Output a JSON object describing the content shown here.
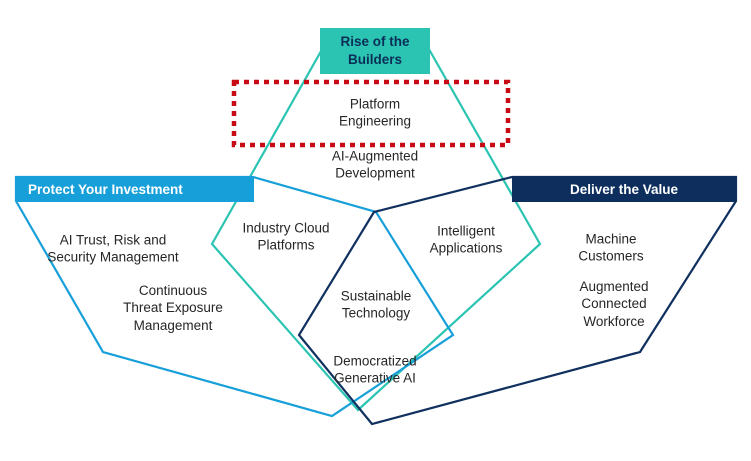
{
  "diagram": {
    "apex": {
      "label": "Rise of the\nBuilders"
    },
    "left_header": {
      "label": "Protect Your Investment"
    },
    "right_header": {
      "label": "Deliver the Value"
    },
    "items": {
      "platform_engineering": {
        "label": "Platform\nEngineering"
      },
      "ai_augmented_development": {
        "label": "AI-Augmented\nDevelopment"
      },
      "industry_cloud_platforms": {
        "label": "Industry Cloud\nPlatforms"
      },
      "intelligent_applications": {
        "label": "Intelligent\nApplications"
      },
      "ai_trust_risk_security": {
        "label": "AI Trust, Risk and\nSecurity Management"
      },
      "continuous_threat_exposure": {
        "label": "Continuous\nThreat Exposure\nManagement"
      },
      "machine_customers": {
        "label": "Machine\nCustomers"
      },
      "augmented_connected_workforce": {
        "label": "Augmented\nConnected\nWorkforce"
      },
      "sustainable_technology": {
        "label": "Sustainable\nTechnology"
      },
      "democratized_generative_ai": {
        "label": "Democratized\nGenerative AI"
      }
    },
    "colors": {
      "teal": "#2BC4B2",
      "light_blue": "#179FD9",
      "navy": "#10305F",
      "highlight_red": "#C80A14",
      "header_text": "#FFFFFF",
      "apex_text": "#0B2E57",
      "body_text": "#262626"
    }
  }
}
